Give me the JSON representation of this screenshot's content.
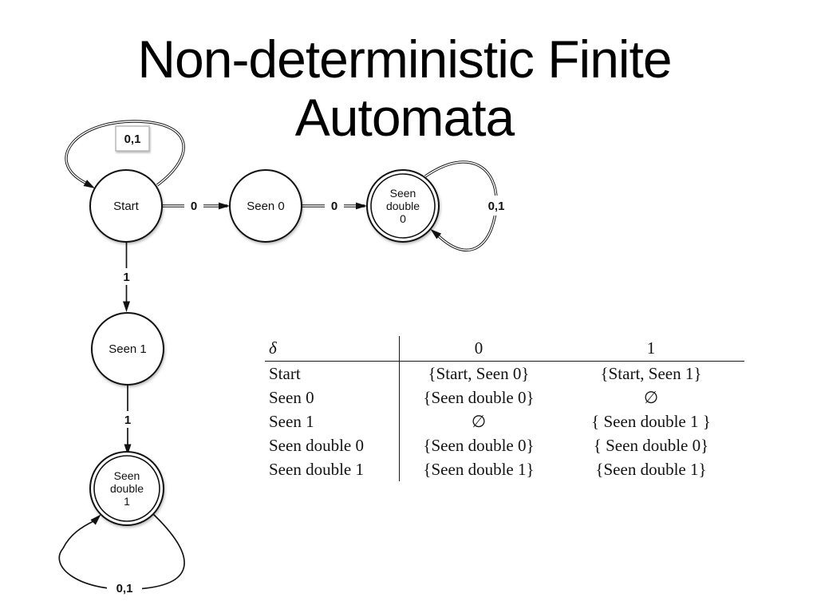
{
  "title": {
    "line1": "Non-deterministic Finite",
    "line2": "Automata"
  },
  "automaton": {
    "states": [
      {
        "id": "start",
        "label": "Start",
        "accepting": false
      },
      {
        "id": "seen-0",
        "label": "Seen 0",
        "accepting": false
      },
      {
        "id": "seen-double-0",
        "label_lines": [
          "Seen",
          "double",
          "0"
        ],
        "accepting": true
      },
      {
        "id": "seen-1",
        "label": "Seen 1",
        "accepting": false
      },
      {
        "id": "seen-double-1",
        "label_lines": [
          "Seen",
          "double",
          "1"
        ],
        "accepting": true
      }
    ],
    "edges": [
      {
        "from": "start",
        "to": "start",
        "label": "0,1"
      },
      {
        "from": "start",
        "to": "seen-0",
        "label": "0"
      },
      {
        "from": "seen-0",
        "to": "seen-double-0",
        "label": "0"
      },
      {
        "from": "seen-double-0",
        "to": "seen-double-0",
        "label": "0,1"
      },
      {
        "from": "start",
        "to": "seen-1",
        "label": "1"
      },
      {
        "from": "seen-1",
        "to": "seen-double-1",
        "label": "1"
      },
      {
        "from": "seen-double-1",
        "to": "seen-double-1",
        "label": "0,1"
      }
    ],
    "colors": {
      "stroke": "#111111",
      "background": "#ffffff"
    }
  },
  "table": {
    "headers": {
      "delta": "δ",
      "zero": "0",
      "one": "1"
    },
    "rows": [
      {
        "state": "Start",
        "on0": "{Start, Seen 0}",
        "on1": "{Start, Seen 1}"
      },
      {
        "state": "Seen 0",
        "on0": "{Seen double 0}",
        "on1": "∅"
      },
      {
        "state": "Seen 1",
        "on0": "∅",
        "on1": "{ Seen double 1 }"
      },
      {
        "state": "Seen double 0",
        "on0": "{Seen double 0}",
        "on1": "{ Seen double 0}"
      },
      {
        "state": "Seen double 1",
        "on0": "{Seen double 1}",
        "on1": "{Seen double 1}"
      }
    ]
  }
}
